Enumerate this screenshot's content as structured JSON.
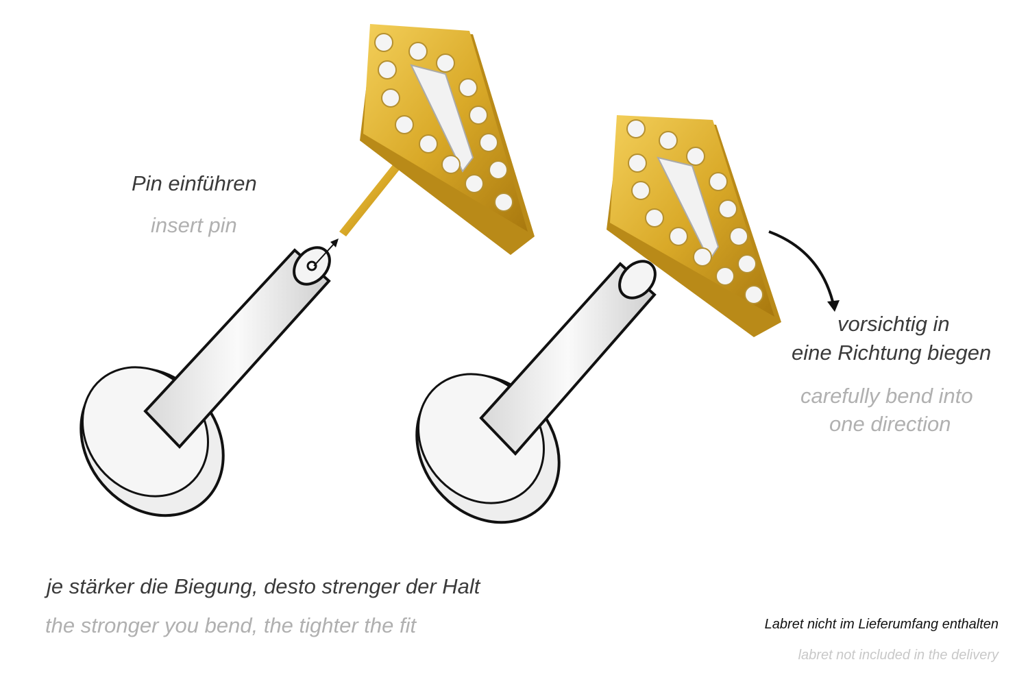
{
  "step1": {
    "de": "Pin einführen",
    "en": "insert pin"
  },
  "step2": {
    "de_line1": "vorsichtig in",
    "de_line2": "eine Richtung biegen",
    "en_line1": "carefully bend into",
    "en_line2": "one direction"
  },
  "tip": {
    "de": "je stärker die Biegung, desto strenger der Halt",
    "en": "the stronger you bend, the tighter the fit"
  },
  "note": {
    "de": "Labret nicht im Lieferumfang enthalten",
    "en": "labret not included in the delivery"
  },
  "colors": {
    "gold": "#d9a928",
    "gold_dark": "#a8780e",
    "text_dark": "#3a3a3a",
    "text_light": "#b0b0b0"
  }
}
